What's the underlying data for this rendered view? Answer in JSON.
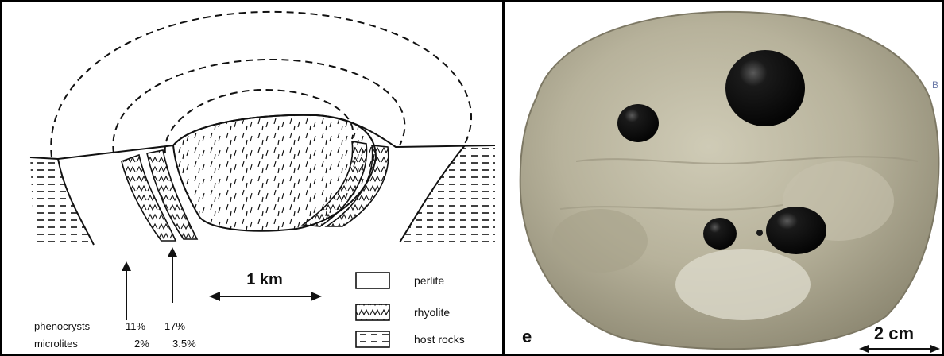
{
  "scale_bar_left": "1 km",
  "legend": {
    "perlite": "perlite",
    "rhyolite": "rhyolite",
    "host_rocks": "host rocks"
  },
  "table": {
    "phenocrysts_label": "phenocrysts",
    "phenocrysts_v1": "11%",
    "phenocrysts_v2": "17%",
    "microlites_label": "microlites",
    "microlites_v1": "2%",
    "microlites_v2": "3.5%"
  },
  "photo": {
    "panel_letter": "e",
    "scale_bar": "2 cm",
    "edge_letter": "B"
  }
}
